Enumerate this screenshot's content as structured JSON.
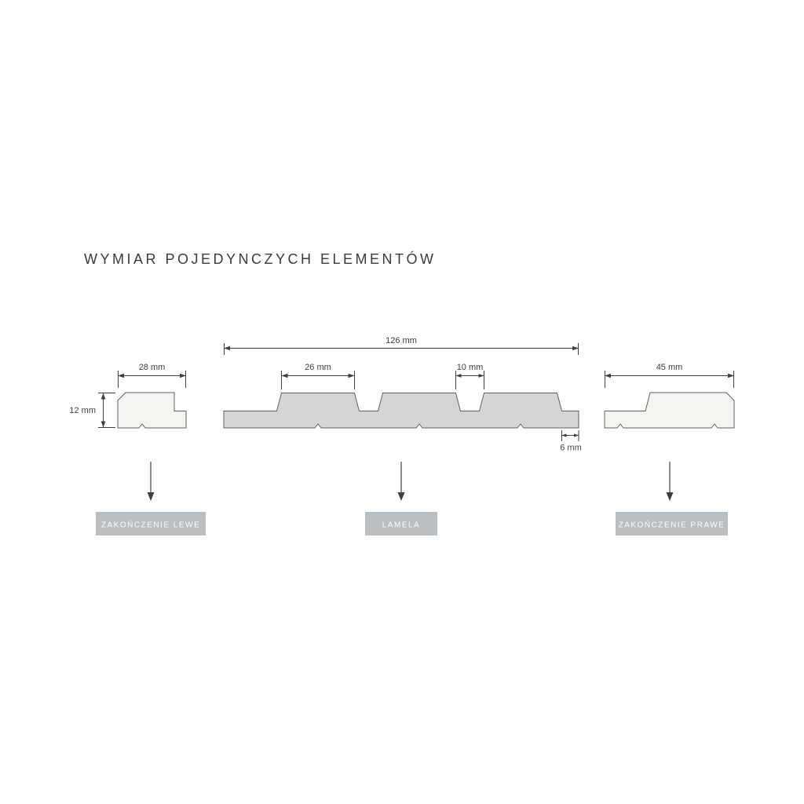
{
  "page": {
    "title": "WYMIAR POJEDYNCZYCH ELEMENTÓW"
  },
  "diagram": {
    "dims": {
      "lamela_total": "126 mm",
      "left_end_width": "28 mm",
      "slat_width": "26 mm",
      "slat_gap": "10 mm",
      "right_end_width": "45 mm",
      "panel_height": "12 mm",
      "base_thickness": "6 mm"
    },
    "labels": {
      "left_end": "ZAKOŃCZENIE LEWE",
      "lamela": "LAMELA",
      "right_end": "ZAKOŃCZENIE PRAWE"
    },
    "colors": {
      "outline": "#5f5f5f",
      "dimension": "#3f3f3f",
      "end-fill": "#f6f4f0",
      "lamela-fill": "#d5d5d3",
      "label-box": "#b9bfc3",
      "label-text": "#ffffff",
      "title": "#3a3a3a",
      "background": "#ffffff"
    }
  }
}
